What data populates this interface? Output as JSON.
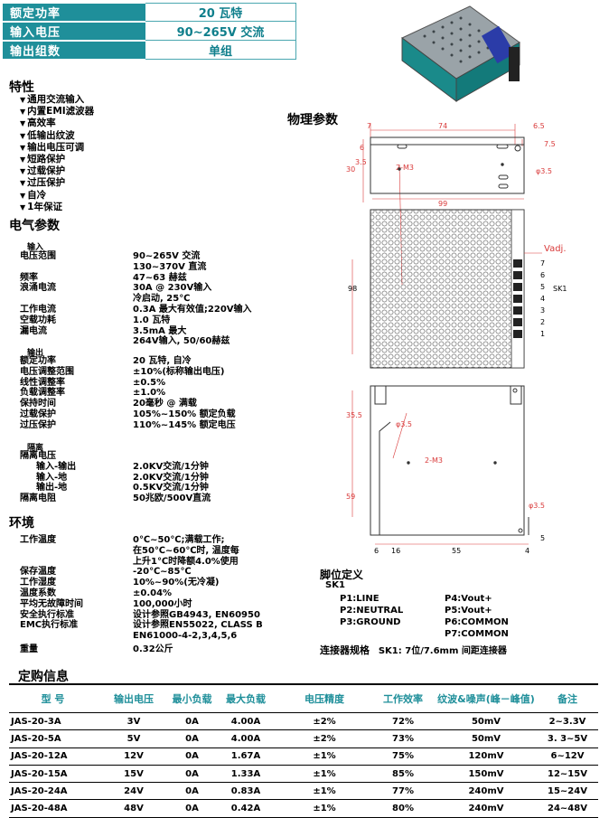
{
  "header": [
    {
      "key": "额定功率",
      "value": "20 瓦特"
    },
    {
      "key": "输入电压",
      "value": "90~265V 交流"
    },
    {
      "key": "输出组数",
      "value": "单组"
    }
  ],
  "features": {
    "title": "特性",
    "items": [
      "通用交流输入",
      "内置EMI滤波器",
      "高效率",
      "低输出纹波",
      "输出电压可调",
      "短路保护",
      "过载保护",
      "过压保护",
      "自冷",
      "1年保证"
    ]
  },
  "electrical": {
    "title": "电气参数",
    "input_label": "输入",
    "input_rows": [
      {
        "label": "电压范围",
        "value": "90~265V 交流"
      },
      {
        "label": "",
        "value": "130~370V 直流"
      },
      {
        "label": "频率",
        "value": "47~63 赫兹"
      },
      {
        "label": "浪涌电流",
        "value": "30A @ 230V输入"
      },
      {
        "label": "",
        "value": "冷启动, 25℃"
      },
      {
        "label": "工作电流",
        "value": "0.3A 最大有效值;220V输入"
      },
      {
        "label": "空载功耗",
        "value": "1.0 瓦特"
      },
      {
        "label": "漏电流",
        "value": "3.5mA 最大"
      },
      {
        "label": "",
        "value": "264V输入, 50/60赫兹"
      }
    ],
    "output_label": "输出",
    "output_rows": [
      {
        "label": "额定功率",
        "value": "20 瓦特, 自冷"
      },
      {
        "label": "电压调整范围",
        "value": "±10%(标称输出电压)"
      },
      {
        "label": "线性调整率",
        "value": "±0.5%"
      },
      {
        "label": "负载调整率",
        "value": "±1.0%"
      },
      {
        "label": "保持时间",
        "value": "20毫秒 @ 满载"
      },
      {
        "label": "过载保护",
        "value": "105%~150% 额定负载"
      },
      {
        "label": "过压保护",
        "value": "110%~145% 额定电压"
      }
    ],
    "isolation_label": "隔离",
    "isolation_rows": [
      {
        "label": "隔离电压",
        "value": ""
      },
      {
        "label": "输入-输出",
        "value": "2.0KV交流/1分钟"
      },
      {
        "label": "输入-地",
        "value": "2.0KV交流/1分钟"
      },
      {
        "label": "输出-地",
        "value": "0.5KV交流/1分钟"
      },
      {
        "label": "隔离电阻",
        "value": "50兆欧/500V直流"
      }
    ]
  },
  "environment": {
    "title": "环境",
    "rows": [
      {
        "label": "工作温度",
        "value": "0℃~50℃;满载工作;"
      },
      {
        "label": "",
        "value": "在50℃~60℃时, 温度每"
      },
      {
        "label": "",
        "value": "上升1℃时降额4.0%使用"
      },
      {
        "label": "保存温度",
        "value": "-20℃~85℃"
      },
      {
        "label": "工作湿度",
        "value": "10%~90%(无冷凝)"
      },
      {
        "label": "温度系数",
        "value": "±0.04%"
      },
      {
        "label": "平均无故障时间",
        "value": "100,000小时"
      },
      {
        "label": "安全执行标准",
        "value": "设计参照GB4943, EN60950"
      },
      {
        "label": "EMC执行标准",
        "value": "设计参照EN55022, CLASS B"
      },
      {
        "label": "",
        "value": "EN61000-4-2,3,4,5,6"
      },
      {
        "label": "重量",
        "value": "0.32公斤"
      }
    ]
  },
  "physical": {
    "title": "物理参数",
    "dims_top": [
      "7",
      "74",
      "6.5",
      "99",
      "3.5",
      "6",
      "30",
      "7.5",
      "2-M3",
      "φ3.5"
    ],
    "dims_front": [
      "98",
      "Vadj.",
      "SK1",
      "7",
      "6",
      "5",
      "4",
      "3",
      "2",
      "1"
    ],
    "dims_side": [
      "35.5",
      "59",
      "6",
      "16",
      "55",
      "4",
      "5",
      "2-M3",
      "φ3.5",
      "φ3.5"
    ]
  },
  "pins": {
    "title": "脚位定义",
    "connector": "SK1",
    "left": [
      "P1:LINE",
      "P2:NEUTRAL",
      "P3:GROUND"
    ],
    "right": [
      "P4:Vout+",
      "P5:Vout+",
      "P6:COMMON",
      "P7:COMMON"
    ],
    "spec_label": "连接器规格",
    "spec_value": "SK1: 7位/7.6mm 间距连接器"
  },
  "ordering": {
    "title": "定购信息",
    "headers": [
      "型 号",
      "输出电压",
      "最小负载",
      "最大负载",
      "电压精度",
      "工作效率",
      "纹波&噪声(峰－峰值)",
      "备注"
    ],
    "rows": [
      [
        "JAS-20-3A",
        "3V",
        "0A",
        "4.00A",
        "±2%",
        "72%",
        "50mV",
        "2~3.3V"
      ],
      [
        "JAS-20-5A",
        "5V",
        "0A",
        "4.00A",
        "±2%",
        "73%",
        "50mV",
        "3. 3~5V"
      ],
      [
        "JAS-20-12A",
        "12V",
        "0A",
        "1.67A",
        "±1%",
        "75%",
        "120mV",
        "6~12V"
      ],
      [
        "JAS-20-15A",
        "15V",
        "0A",
        "1.33A",
        "±1%",
        "85%",
        "150mV",
        "12~15V"
      ],
      [
        "JAS-20-24A",
        "24V",
        "0A",
        "0.83A",
        "±1%",
        "77%",
        "240mV",
        "15~24V"
      ],
      [
        "JAS-20-48A",
        "48V",
        "0A",
        "0.42A",
        "±1%",
        "80%",
        "240mV",
        "24~48V"
      ]
    ]
  },
  "colors": {
    "accent": "#1f8f9a",
    "drawing_red": "#d93a3a"
  }
}
